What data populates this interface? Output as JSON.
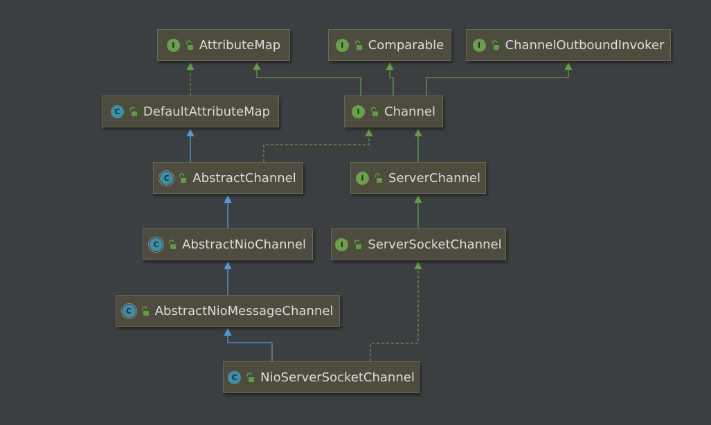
{
  "colors": {
    "background": "#3c3f41",
    "node_fill": "#4e4b3f",
    "node_border": "#6a6754",
    "text": "#dcdcdc",
    "interface_badge": "#6a9f4e",
    "class_badge": "#3d8fa8",
    "implements_edge": "#5f9e47",
    "extends_edge": "#5a96d6"
  },
  "nodes": [
    {
      "id": "AttributeMap",
      "label": "AttributeMap",
      "kind": "interface",
      "badge": "I",
      "icon": "interface-icon"
    },
    {
      "id": "Comparable",
      "label": "Comparable",
      "kind": "interface",
      "badge": "I",
      "icon": "interface-icon"
    },
    {
      "id": "ChannelOutboundInvoker",
      "label": "ChannelOutboundInvoker",
      "kind": "interface",
      "badge": "I",
      "icon": "interface-icon"
    },
    {
      "id": "DefaultAttributeMap",
      "label": "DefaultAttributeMap",
      "kind": "class",
      "badge": "C",
      "icon": "class-icon"
    },
    {
      "id": "Channel",
      "label": "Channel",
      "kind": "interface",
      "badge": "I",
      "icon": "interface-icon"
    },
    {
      "id": "AbstractChannel",
      "label": "AbstractChannel",
      "kind": "abstract",
      "badge": "C",
      "icon": "abstract-class-icon"
    },
    {
      "id": "ServerChannel",
      "label": "ServerChannel",
      "kind": "interface",
      "badge": "I",
      "icon": "interface-icon"
    },
    {
      "id": "AbstractNioChannel",
      "label": "AbstractNioChannel",
      "kind": "abstract",
      "badge": "C",
      "icon": "abstract-class-icon"
    },
    {
      "id": "ServerSocketChannel",
      "label": "ServerSocketChannel",
      "kind": "interface",
      "badge": "I",
      "icon": "interface-icon"
    },
    {
      "id": "AbstractNioMessageChannel",
      "label": "AbstractNioMessageChannel",
      "kind": "abstract",
      "badge": "C",
      "icon": "abstract-class-icon"
    },
    {
      "id": "NioServerSocketChannel",
      "label": "NioServerSocketChannel",
      "kind": "class",
      "badge": "C",
      "icon": "class-icon"
    }
  ],
  "edges": [
    {
      "from": "DefaultAttributeMap",
      "to": "AttributeMap",
      "type": "implements"
    },
    {
      "from": "Channel",
      "to": "AttributeMap",
      "type": "extends-interface"
    },
    {
      "from": "Channel",
      "to": "Comparable",
      "type": "extends-interface"
    },
    {
      "from": "Channel",
      "to": "ChannelOutboundInvoker",
      "type": "extends-interface"
    },
    {
      "from": "AbstractChannel",
      "to": "DefaultAttributeMap",
      "type": "extends"
    },
    {
      "from": "AbstractChannel",
      "to": "Channel",
      "type": "implements"
    },
    {
      "from": "ServerChannel",
      "to": "Channel",
      "type": "extends-interface"
    },
    {
      "from": "AbstractNioChannel",
      "to": "AbstractChannel",
      "type": "extends"
    },
    {
      "from": "ServerSocketChannel",
      "to": "ServerChannel",
      "type": "extends-interface"
    },
    {
      "from": "AbstractNioMessageChannel",
      "to": "AbstractNioChannel",
      "type": "extends"
    },
    {
      "from": "NioServerSocketChannel",
      "to": "AbstractNioMessageChannel",
      "type": "extends"
    },
    {
      "from": "NioServerSocketChannel",
      "to": "ServerSocketChannel",
      "type": "implements"
    }
  ]
}
